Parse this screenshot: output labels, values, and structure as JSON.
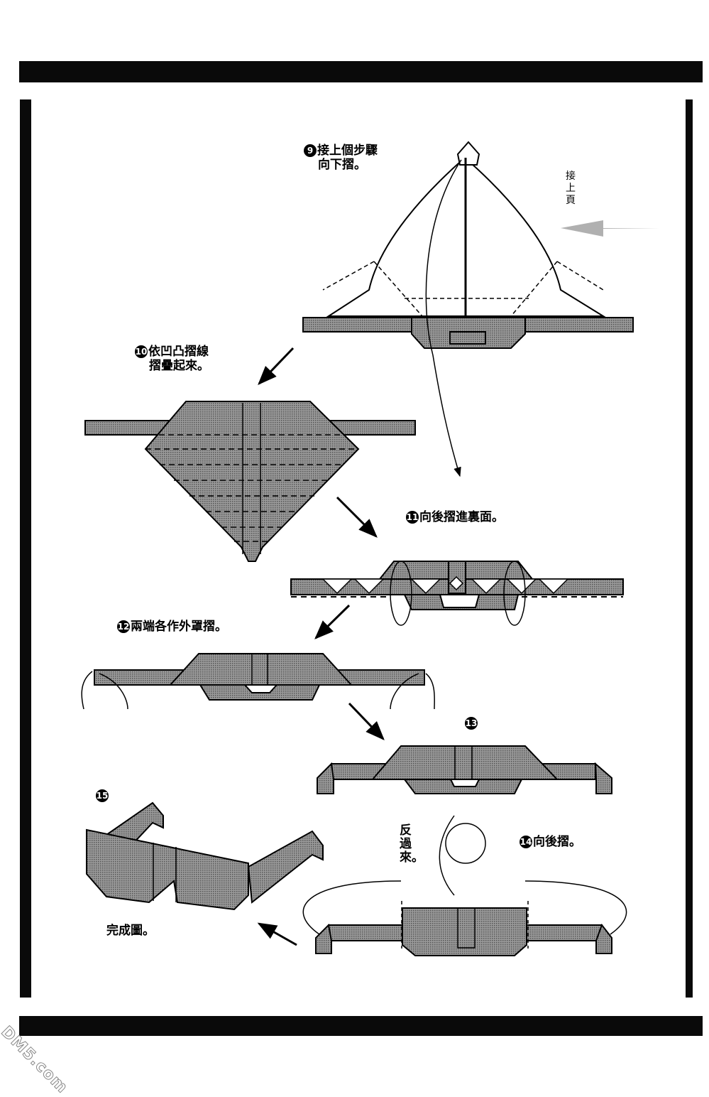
{
  "page": {
    "type": "origami instruction page",
    "subject": "paper glasses"
  },
  "continue_note": "接上頁",
  "steps": [
    {
      "num": "9",
      "line1": "接上個步驟",
      "line2": "向下摺。"
    },
    {
      "num": "10",
      "line1": "依凹凸摺線",
      "line2": "摺疊起來。"
    },
    {
      "num": "11",
      "line1": "向後摺進裏面。"
    },
    {
      "num": "12",
      "line1": "兩端各作外罩摺。"
    },
    {
      "num": "13"
    },
    {
      "num": "14",
      "line1": "向後摺。"
    },
    {
      "num": "15"
    }
  ],
  "flip_note": "反過來。",
  "finished_label": "完成圖。",
  "watermark": "DM5.com",
  "colors": {
    "paper_fill": "#8c8c8c",
    "ink": "#000000",
    "frame": "#0a0a0a",
    "arrow_gray": "#b0b0b0"
  }
}
